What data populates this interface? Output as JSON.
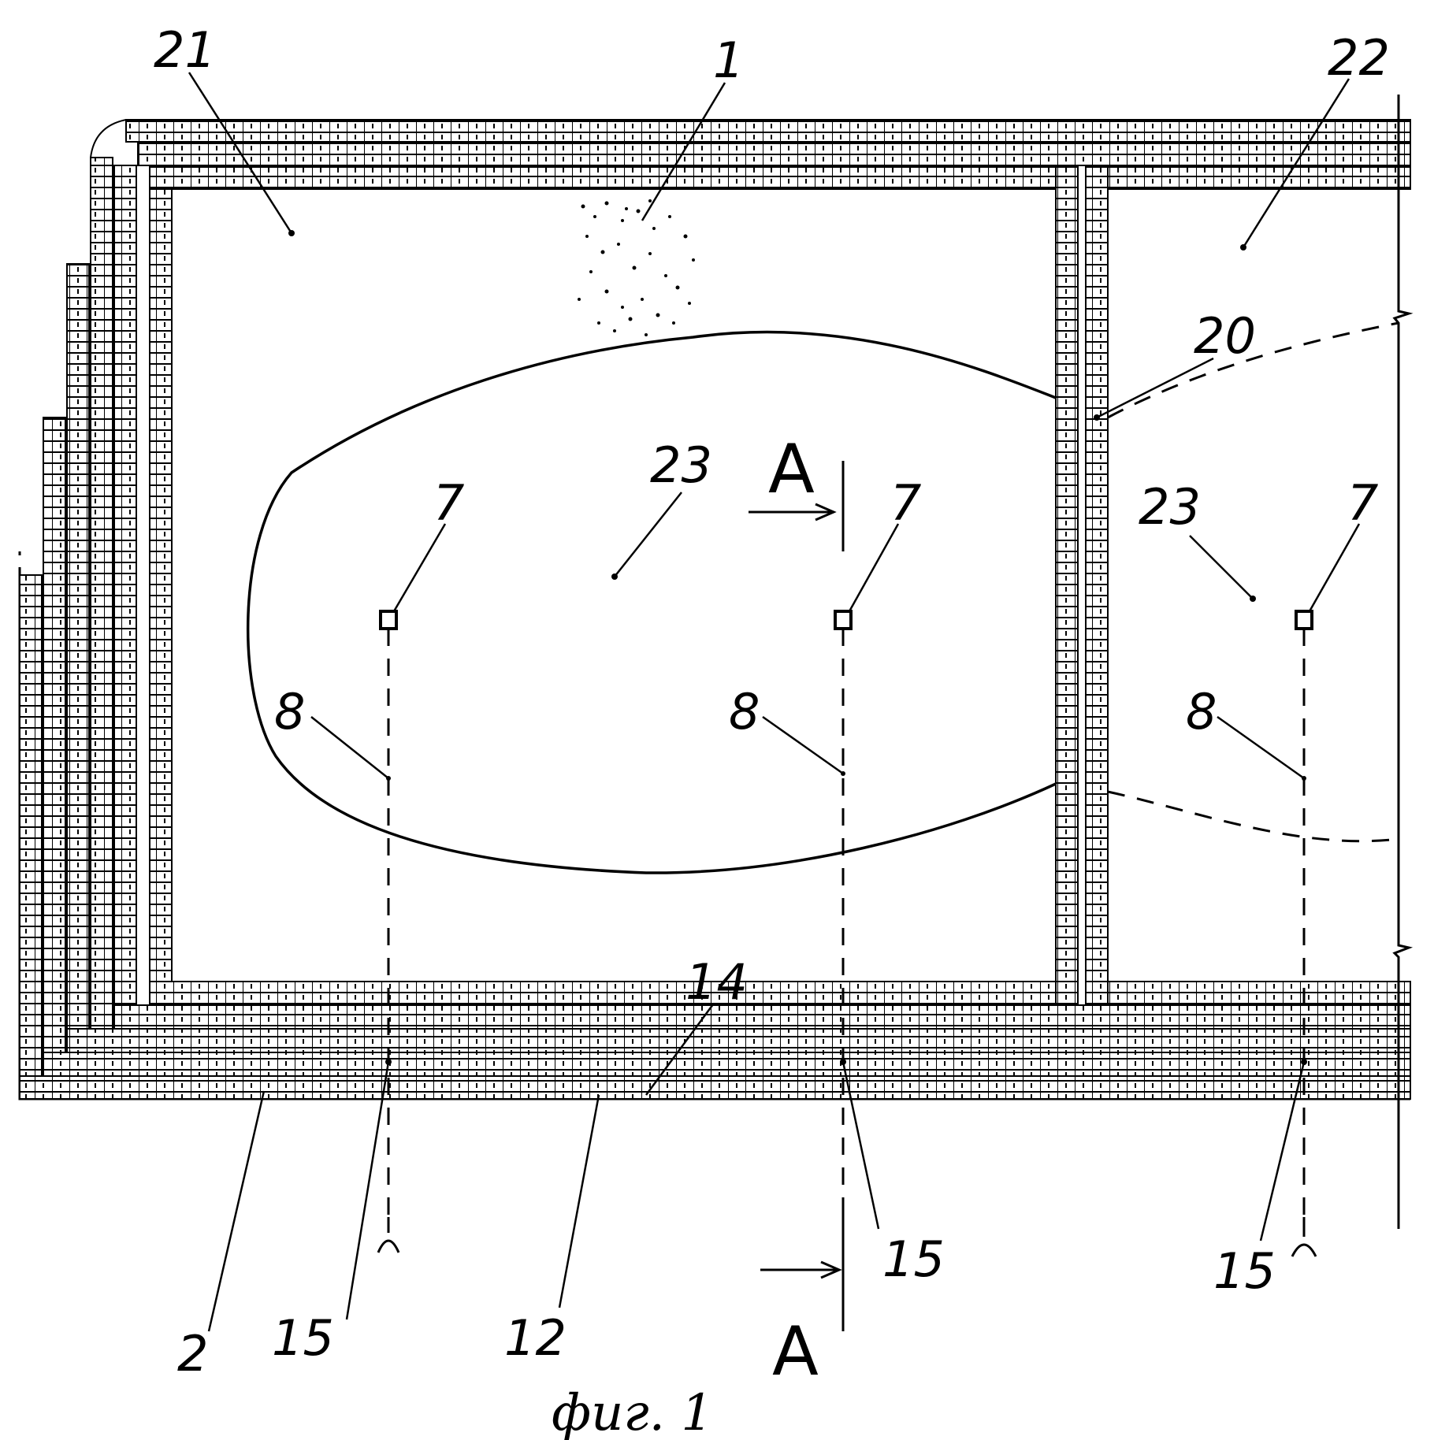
{
  "figure": {
    "caption": "фиг. 1",
    "labels": {
      "chamber_left": "21",
      "fire_source": "1",
      "chamber_right": "22",
      "partition": "20",
      "zone_left": "23",
      "zone_right": "23",
      "sensor": "7",
      "line": "8",
      "layer_inner": "14",
      "layer_outer": "12",
      "wall": "2",
      "node": "15",
      "section": "A"
    }
  }
}
